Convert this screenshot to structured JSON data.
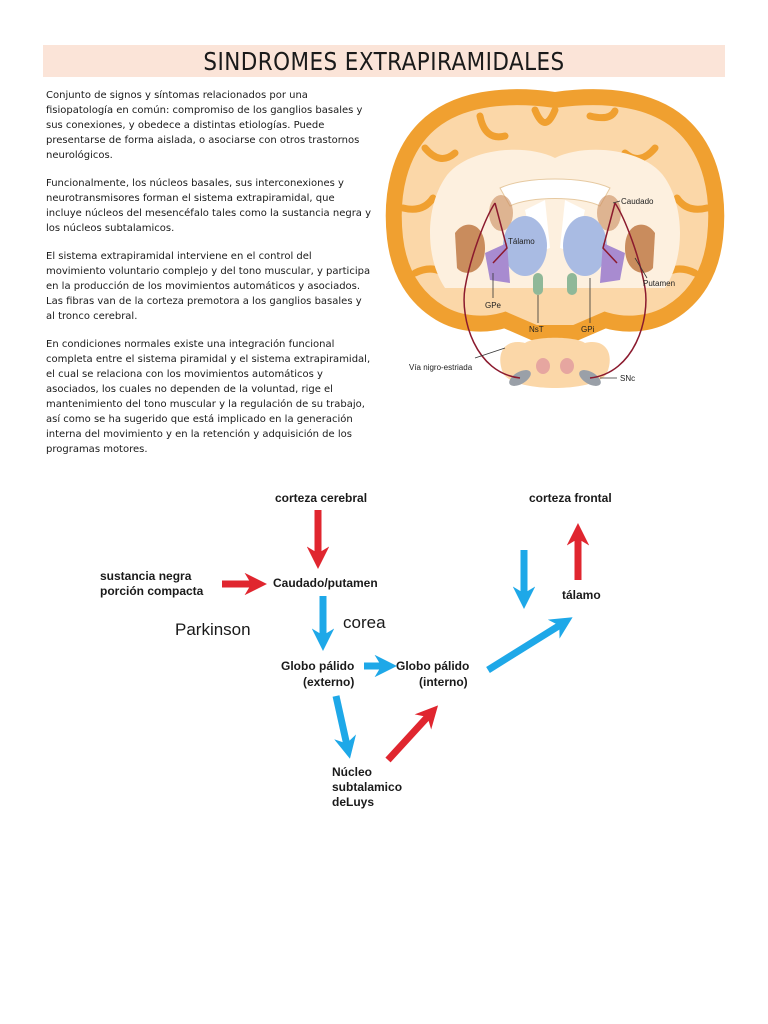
{
  "title": "SINDROMES EXTRAPIRAMIDALES",
  "paragraphs": [
    "Conjunto de signos y síntomas relacionados por una fisiopatología en común: compromiso de los ganglios basales y sus conexiones, y obedece a distintas etiologías. Puede presentarse de forma aislada, o asociarse con otros trastornos neurológicos.",
    "Funcionalmente, los núcleos basales, sus interconexiones y neurotransmisores forman el sistema extrapiramidal, que incluye núcleos del mesencéfalo tales como la sustancia negra y los núcleos subtalamicos.",
    "El sistema extrapiramidal interviene en el control del movimiento voluntario complejo y del tono muscular, y participa en la producción de los movimientos automáticos y asociados. Las fibras van de la corteza premotora a los ganglios basales y al tronco cerebral.",
    "En condiciones normales existe una integración funcional completa entre el sistema piramidal y el sistema extrapiramidal, el cual se relaciona con los movimientos automáticos y asociados, los cuales no dependen de la voluntad, rige el mantenimiento del tono muscular y la regulación de su trabajo, así como se ha sugerido que está implicado en la generación interna del movimiento y en la retención y adquisición de los programas motores."
  ],
  "brain_labels": {
    "caudado": "Caudado",
    "talamo": "Tálamo",
    "putamen": "Putamen",
    "gpe": "GPe",
    "nst": "NsT",
    "gpi": "GPi",
    "via": "Vía nigro-estriada",
    "snc": "SNc"
  },
  "diagram": {
    "corteza_cerebral": "corteza cerebral",
    "corteza_frontal": "corteza frontal",
    "sustancia_negra_1": "sustancia negra",
    "sustancia_negra_2": "porción compacta",
    "caudado_putamen": "Caudado/putamen",
    "parkinson": "Parkinson",
    "corea": "corea",
    "talamo": "tálamo",
    "gp_externo_1": "Globo pálido",
    "gp_externo_2": "(externo)",
    "gp_interno_1": "Globo pálido",
    "gp_interno_2": "(interno)",
    "nucleo_1": "Núcleo",
    "nucleo_2": "subtalamico",
    "nucleo_3": "deLuys"
  },
  "colors": {
    "title_bg": "#fbe4d8",
    "arrow_red": "#e0262f",
    "arrow_blue": "#1ea8e8",
    "cortex_orange": "#f0a030",
    "cortex_fill": "#fbd7a8",
    "talamo_blue": "#a9bbe3",
    "putamen_brown": "#c98c5d",
    "gp_purple": "#a88bd0"
  },
  "icons": [
    "brain-coronal-section-illustration",
    "red-arrow",
    "blue-arrow"
  ]
}
